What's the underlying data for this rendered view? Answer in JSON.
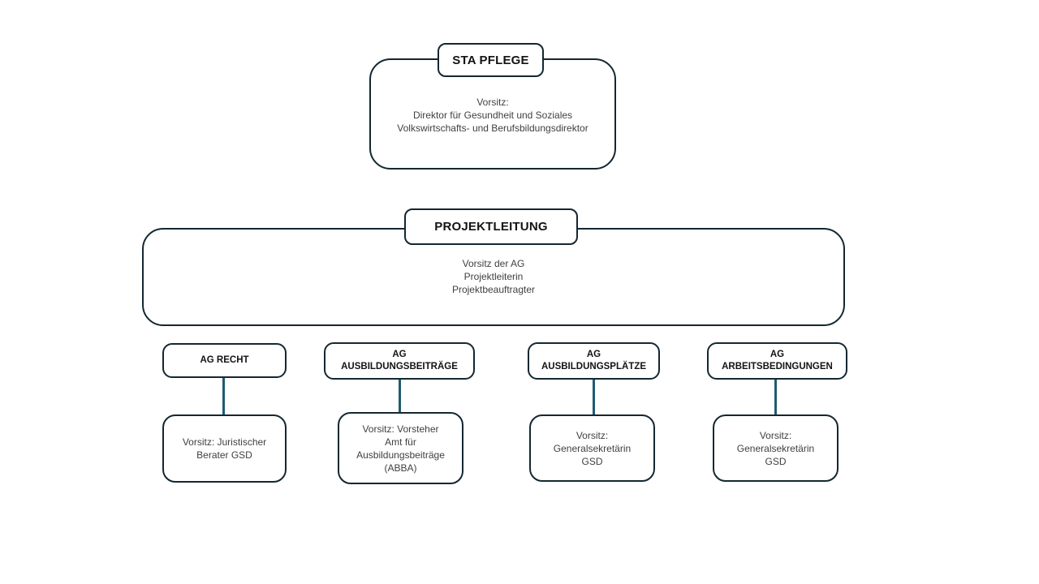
{
  "diagram": {
    "type": "org-chart",
    "colors": {
      "box_border": "#142731",
      "connector": "#1f5b73",
      "title_text": "#131313",
      "body_text": "#3f3f3f",
      "background": "#ffffff"
    },
    "top_unit": {
      "title": "STA PFLEGE",
      "body": "Vorsitz:\nDirektor für Gesundheit und Soziales\nVolkswirtschafts- und Berufsbildungsdirektor"
    },
    "middle_unit": {
      "title": "PROJEKTLEITUNG",
      "body": "Vorsitz der AG\nProjektleiterin\nProjektbeauftragter"
    },
    "work_groups": [
      {
        "title": "AG RECHT",
        "body": "Vorsitz: Juristischer\nBerater GSD"
      },
      {
        "title": "AG\nAUSBILDUNGSBEITRÄGE",
        "body": "Vorsitz: Vorsteher\nAmt für\nAusbildungsbeiträge\n(ABBA)"
      },
      {
        "title": "AG\nAUSBILDUNGSPLÄTZE",
        "body": "Vorsitz:\nGeneralsekretärin\nGSD"
      },
      {
        "title": "AG\nARBEITSBEDINGUNGEN",
        "body": "Vorsitz:\nGeneralsekretärin\nGSD"
      }
    ]
  }
}
